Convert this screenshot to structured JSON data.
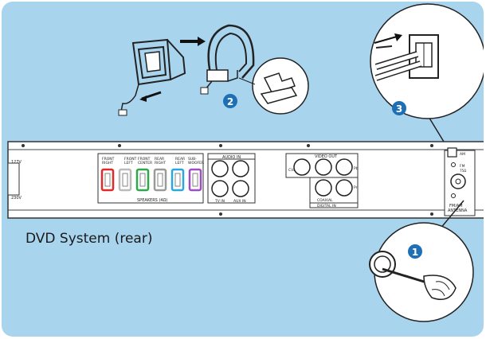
{
  "diagram": {
    "caption": "DVD System (rear)",
    "steps": [
      "1",
      "2",
      "3"
    ],
    "speakers": {
      "heading": "SPEAKERS (4Ω)",
      "channels": [
        {
          "label1": "FRONT",
          "label2": "RIGHT",
          "color": "#e02a2a"
        },
        {
          "label1": "FRONT",
          "label2": "LEFT",
          "color": "#ffffff"
        },
        {
          "label1": "FRONT",
          "label2": "CENTER",
          "color": "#2fa84a"
        },
        {
          "label1": "REAR",
          "label2": "RIGHT",
          "color": "#9a9a9a"
        },
        {
          "label1": "REAR",
          "label2": "LEFT",
          "color": "#2aa7e0"
        },
        {
          "label1": "SUB-",
          "label2": "WOOFER",
          "color": "#9b4fc0"
        }
      ]
    },
    "audio_in": {
      "heading": "AUDIO IN",
      "tv": "TV IN",
      "aux": "AUX IN"
    },
    "video_out": {
      "heading": "VIDEO OUT",
      "cvbs": "CVBS",
      "pr": "Pr",
      "pb": "Pb"
    },
    "digital_in": {
      "heading": "DIGITAL IN",
      "coaxial": "COAXIAL"
    },
    "antenna": {
      "am": "AM",
      "fm": "FM",
      "fm_ohm": "75Ω",
      "label1": "FM/AM",
      "label2": "ANTENNA"
    },
    "voltage": {
      "top": "127V",
      "bottom": "230V"
    },
    "colors": {
      "panel": "#a9d4ee",
      "badge": "#1f6fb5"
    }
  }
}
